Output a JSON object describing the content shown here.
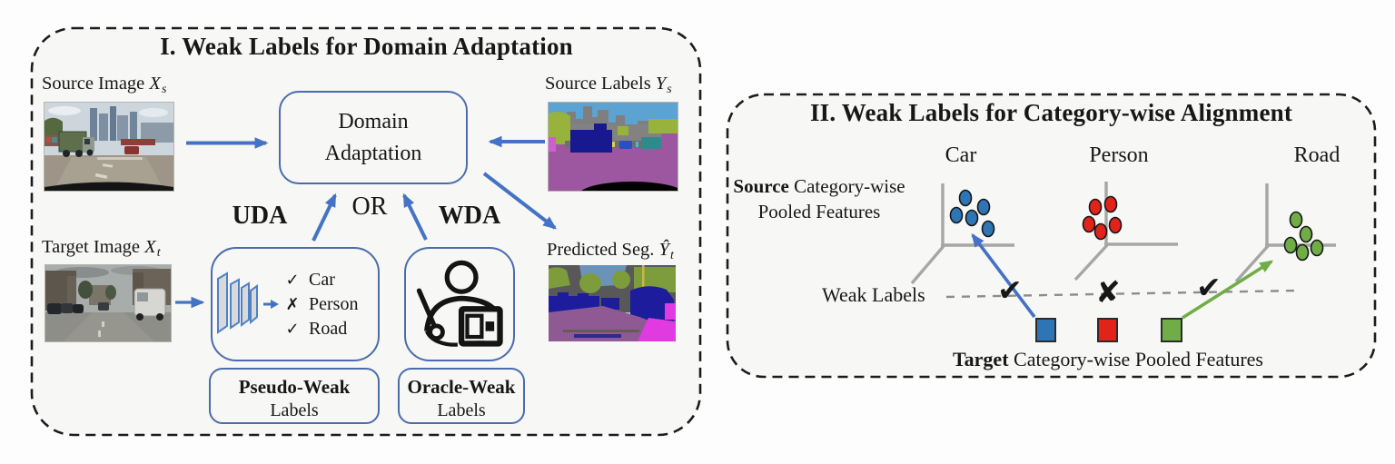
{
  "panel1": {
    "title": "I. Weak Labels for Domain Adaptation",
    "labels": {
      "source_image": {
        "prefix": "Source Image ",
        "var": "X",
        "sub": "s"
      },
      "source_labels": {
        "prefix": "Source Labels ",
        "var": "Y",
        "sub": "s"
      },
      "target_image": {
        "prefix": "Target Image ",
        "var": "X",
        "sub": "t"
      },
      "predicted_seg": {
        "prefix": "Predicted Seg. ",
        "var": "Ŷ",
        "sub": "t"
      }
    },
    "domain_adaptation_box": {
      "line1": "Domain",
      "line2": "Adaptation"
    },
    "uda_label": "UDA",
    "or_label": "OR",
    "wda_label": "WDA",
    "classifier_outputs": [
      {
        "mark": "✓",
        "label": "Car"
      },
      {
        "mark": "✗",
        "label": "Person"
      },
      {
        "mark": "✓",
        "label": "Road"
      }
    ],
    "pseudo_weak_box": {
      "line1": "Pseudo-Weak",
      "line2": "Labels"
    },
    "oracle_weak_box": {
      "line1": "Oracle-Weak",
      "line2": "Labels"
    }
  },
  "panel2": {
    "title": "II. Weak Labels for Category-wise Alignment",
    "categories": [
      "Car",
      "Person",
      "Road"
    ],
    "source_features_label": {
      "bold": "Source",
      "rest": " Category-wise",
      "line2": "Pooled Features"
    },
    "weak_labels_label": "Weak Labels",
    "marks": [
      "✔",
      "✘",
      "✔"
    ],
    "target_features_label": {
      "bold": "Target",
      "rest": " Category-wise Pooled Features"
    }
  },
  "icons": {
    "cnn": "cnn-layers-icon",
    "annotator": "human-annotator-icon",
    "check_mark": "✓",
    "cross_mark": "✗"
  },
  "colors": {
    "arrow_blue": "#4472c4",
    "box_border_blue": "#4a6cae",
    "cnn_layer_blue": "#4f81c7",
    "cnn_layer_fill": "#d9d9d9",
    "car_blue": "#2e75b6",
    "person_red": "#e2231a",
    "road_green": "#70ad47",
    "axis_gray": "#a6a6a6",
    "dashed_gray": "#8c8c8c",
    "panel_border": "#1c1c1c",
    "panel_fill": "#f7f7f5"
  }
}
